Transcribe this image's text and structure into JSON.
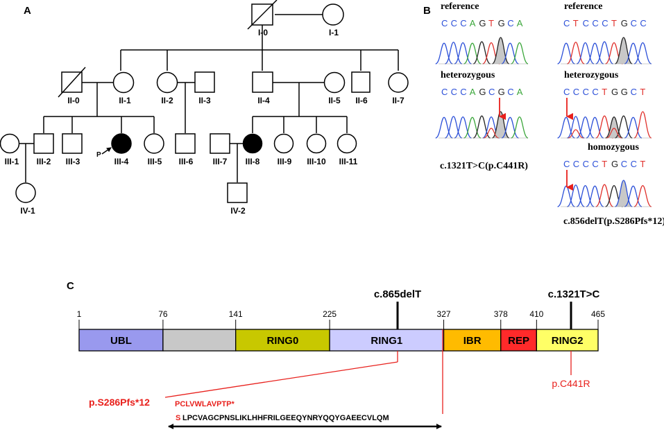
{
  "panels": {
    "a": "A",
    "b": "B",
    "c": "C"
  },
  "pedigree": {
    "individuals": [
      {
        "id": "I-0",
        "sex": "male",
        "deceased": true,
        "affected": false
      },
      {
        "id": "I-1",
        "sex": "female",
        "deceased": false,
        "affected": false
      },
      {
        "id": "II-0",
        "sex": "male",
        "deceased": true,
        "affected": false
      },
      {
        "id": "II-1",
        "sex": "female",
        "deceased": false,
        "affected": false
      },
      {
        "id": "II-2",
        "sex": "female",
        "deceased": false,
        "affected": false
      },
      {
        "id": "II-3",
        "sex": "male",
        "deceased": false,
        "affected": false
      },
      {
        "id": "II-4",
        "sex": "male",
        "deceased": false,
        "affected": false
      },
      {
        "id": "II-5",
        "sex": "female",
        "deceased": false,
        "affected": false
      },
      {
        "id": "II-6",
        "sex": "male",
        "deceased": false,
        "affected": false
      },
      {
        "id": "II-7",
        "sex": "female",
        "deceased": false,
        "affected": false
      },
      {
        "id": "III-1",
        "sex": "female",
        "deceased": false,
        "affected": false
      },
      {
        "id": "III-2",
        "sex": "male",
        "deceased": false,
        "affected": false
      },
      {
        "id": "III-3",
        "sex": "male",
        "deceased": false,
        "affected": false
      },
      {
        "id": "III-4",
        "sex": "female",
        "deceased": false,
        "affected": true,
        "proband": true
      },
      {
        "id": "III-5",
        "sex": "female",
        "deceased": false,
        "affected": false
      },
      {
        "id": "III-6",
        "sex": "male",
        "deceased": false,
        "affected": false
      },
      {
        "id": "III-7",
        "sex": "male",
        "deceased": false,
        "affected": false
      },
      {
        "id": "III-8",
        "sex": "female",
        "deceased": false,
        "affected": true
      },
      {
        "id": "III-9",
        "sex": "female",
        "deceased": false,
        "affected": false
      },
      {
        "id": "III-10",
        "sex": "female",
        "deceased": false,
        "affected": false
      },
      {
        "id": "III-11",
        "sex": "female",
        "deceased": false,
        "affected": false
      },
      {
        "id": "IV-1",
        "sex": "female",
        "deceased": false,
        "affected": false
      },
      {
        "id": "IV-2",
        "sex": "male",
        "deceased": false,
        "affected": false
      }
    ],
    "proband_marker": "P"
  },
  "sanger": {
    "left": {
      "ref_title": "reference",
      "ref_seq": [
        "C",
        "C",
        "C",
        "A",
        "G",
        "T",
        "G",
        "C",
        "A"
      ],
      "het_title": "heterozygous",
      "het_seq": [
        "C",
        "C",
        "C",
        "A",
        "G",
        "C",
        "G",
        "C",
        "A"
      ],
      "caption": "c.1321T>C(p.C441R)"
    },
    "right": {
      "ref_title": "reference",
      "ref_seq": [
        "C",
        "T",
        "C",
        "C",
        "C",
        "T",
        "G",
        "C",
        "C"
      ],
      "het_title": "heterozygous",
      "het_seq": [
        "C",
        "C",
        "C",
        "C",
        "T",
        "G",
        "G",
        "C",
        "T"
      ],
      "hom_title": "homozygous",
      "hom_seq": [
        "C",
        "C",
        "C",
        "C",
        "T",
        "G",
        "C",
        "C",
        "T"
      ],
      "caption": "c.856delT(p.S286Pfs*12)"
    },
    "base_colors": {
      "A": "#3aa63a",
      "C": "#2b4fd8",
      "G": "#222222",
      "T": "#e0302b"
    }
  },
  "protein": {
    "length": 465,
    "ticks": [
      1,
      76,
      141,
      225,
      327,
      378,
      410,
      465
    ],
    "domains": [
      {
        "name": "UBL",
        "start": 1,
        "end": 76,
        "color": "#9999ee"
      },
      {
        "name": "",
        "start": 76,
        "end": 141,
        "color": "#c8c8c8"
      },
      {
        "name": "RING0",
        "start": 141,
        "end": 225,
        "color": "#c8c800"
      },
      {
        "name": "RING1",
        "start": 225,
        "end": 327,
        "color": "#ccccff"
      },
      {
        "name": "IBR",
        "start": 327,
        "end": 378,
        "color": "#ffbb00"
      },
      {
        "name": "REP",
        "start": 378,
        "end": 410,
        "color": "#ff2a2a"
      },
      {
        "name": "RING2",
        "start": 410,
        "end": 465,
        "color": "#ffff66"
      }
    ],
    "mutations": [
      {
        "label": "c.865delT",
        "position": 286
      },
      {
        "label": "c.1321T>C",
        "position": 441
      }
    ],
    "annotations": {
      "frameshift_label": "p.S286Pfs*12",
      "frameshift_new_seq": "PCLVWLAVPTP*",
      "wild_first": "S",
      "wild_seq": "LPCVAGCPNSLIKLHHFRILGEEQYNRYQQYGAEECVLQM",
      "missense_label": "p.C441R"
    }
  }
}
